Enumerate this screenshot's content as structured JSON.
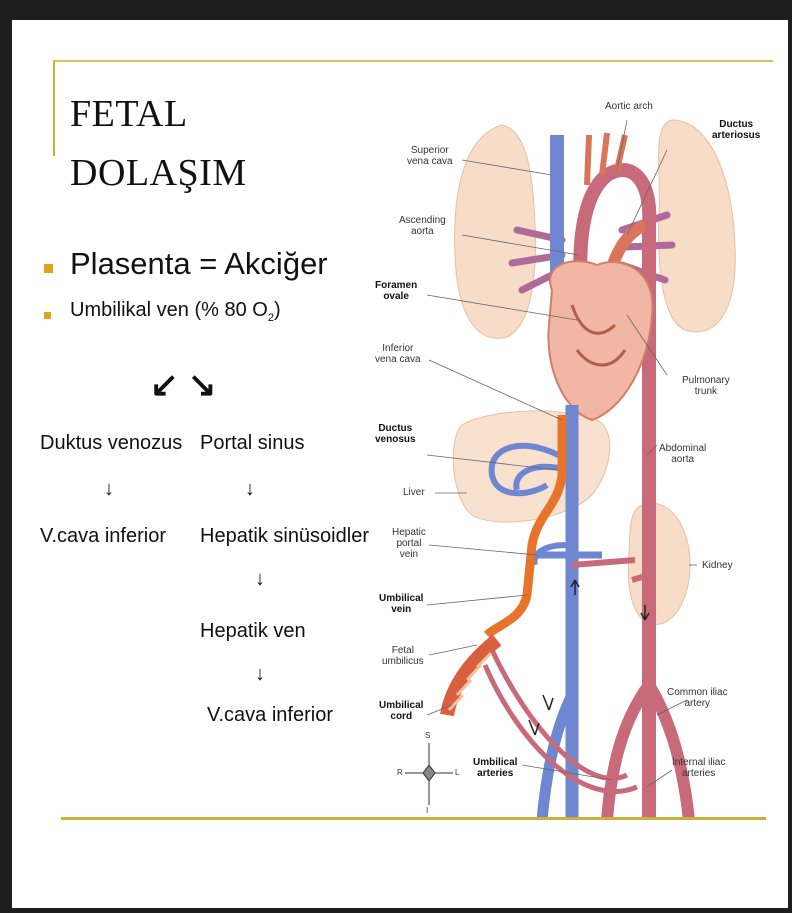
{
  "slide": {
    "title_line1": "FETAL",
    "title_line2": "DOLAŞIM",
    "bullets": [
      {
        "text": "Plasenta = Akciğer"
      },
      {
        "text_main": "Umbilikal  ven (% 80 O",
        "text_sub": "2",
        "text_end": ")"
      }
    ],
    "flow": {
      "branch_arrows": "↙ ↘",
      "left": [
        "Duktus venozus",
        "V.cava inferior"
      ],
      "right": [
        "Portal sinus",
        "Hepatik sinüsoidler",
        "Hepatik ven",
        "V.cava inferior"
      ],
      "down_arrow": "↓"
    }
  },
  "diagram": {
    "labels": {
      "aortic_arch": "Aortic arch",
      "ductus_arteriosus": "Ductus\narteriosus",
      "superior_vena_cava": "Superior\nvena cava",
      "ascending_aorta": "Ascending\naorta",
      "foramen_ovale": "Foramen\novale",
      "inferior_vena_cava": "Inferior\nvena cava",
      "pulmonary_trunk": "Pulmonary\ntrunk",
      "ductus_venosus": "Ductus\nvenosus",
      "abdominal_aorta": "Abdominal\naorta",
      "liver": "Liver",
      "hepatic_portal_vein": "Hepatic\nportal\nvein",
      "kidney": "Kidney",
      "umbilical_vein": "Umbilical\nvein",
      "fetal_umbilicus": "Fetal\numbilicus",
      "common_iliac_artery": "Common iliac\nartery",
      "umbilical_cord": "Umbilical\ncord",
      "umbilical_arteries": "Umbilical\narteries",
      "internal_iliac_arteries": "Internal iliac\narteries",
      "compass_s": "S",
      "compass_r": "R",
      "compass_l": "L",
      "compass_i": "I"
    },
    "colors": {
      "artery": "#c96a7a",
      "vein": "#6f86d0",
      "oxygenated": "#e8742c",
      "organ": "#f7dcc7",
      "accent": "#c9b13a",
      "bullet": "#e0a31a"
    }
  }
}
